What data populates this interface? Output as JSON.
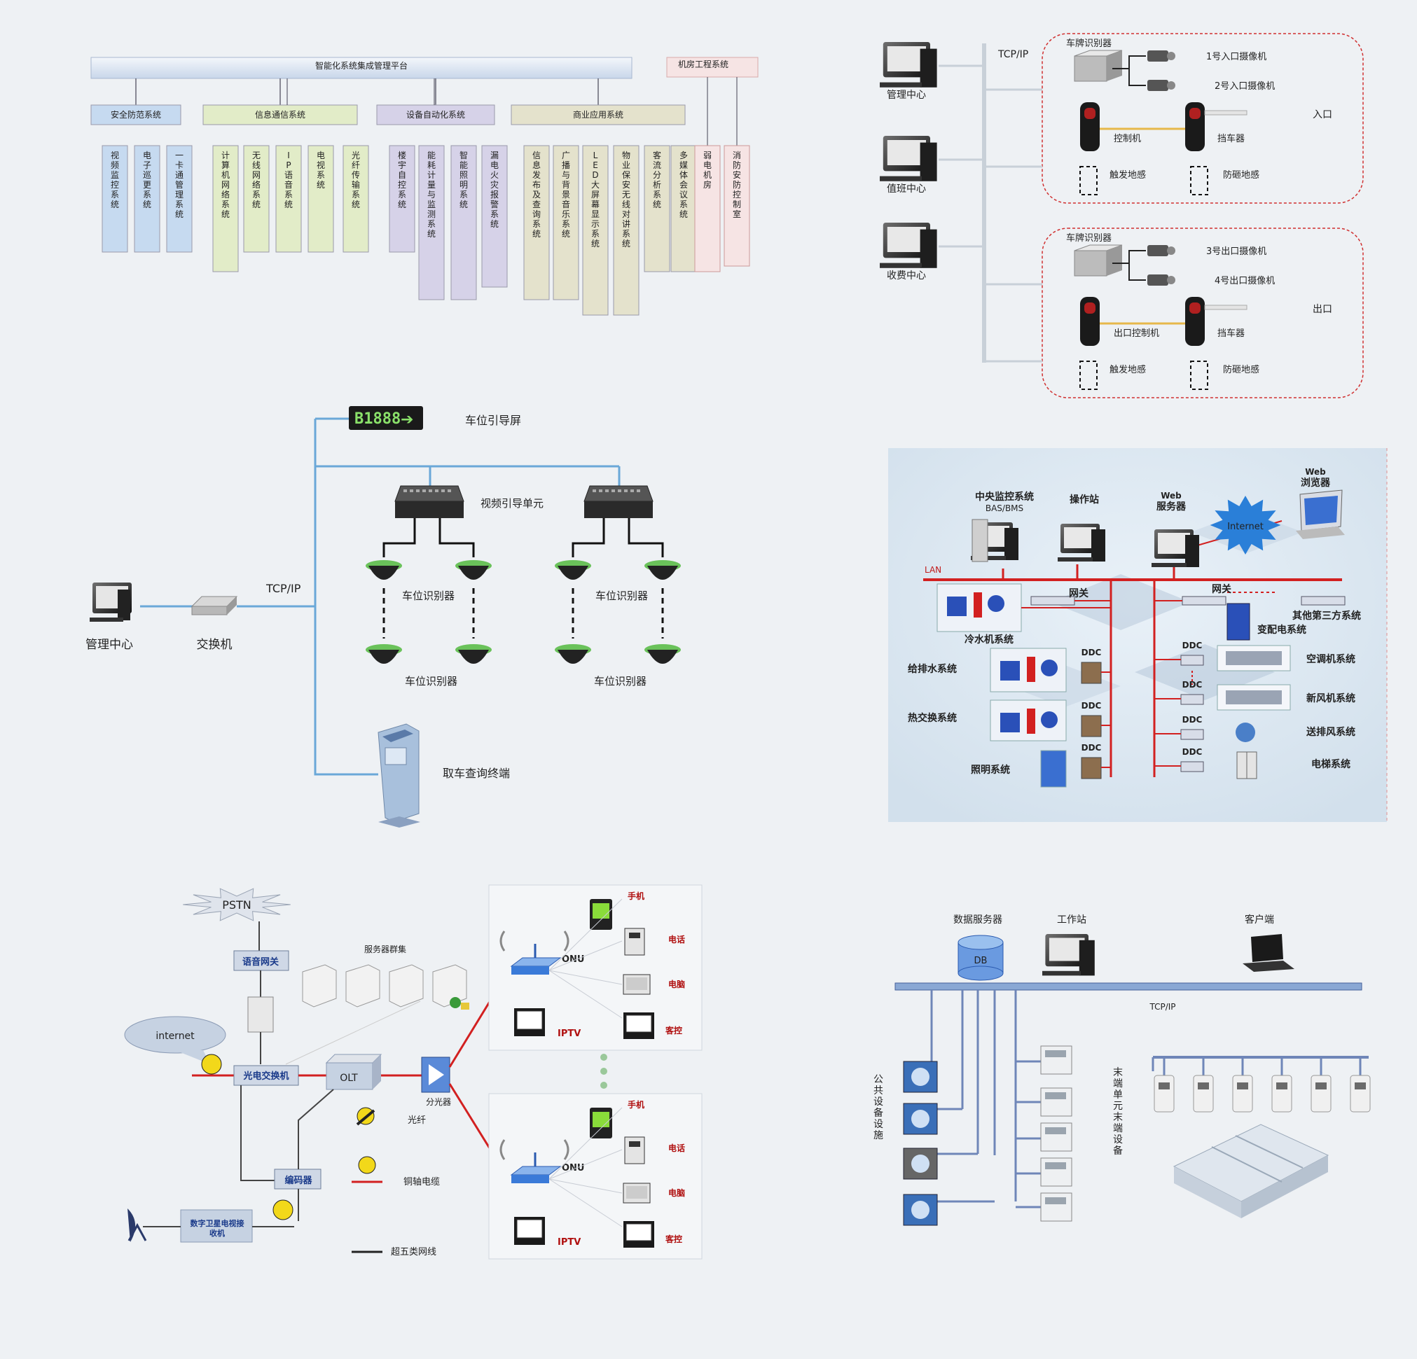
{
  "colors": {
    "bg": "#eef1f4",
    "blue_line": "#6aa8d8",
    "red_line": "#d22020",
    "bus": "#7d9cc8",
    "dash_red": "#d03030"
  },
  "p1": {
    "platform": "智能化系统集成管理平台",
    "machine_room": "机房工程系统",
    "groups": [
      {
        "title": "安全防范系统",
        "color": "#c6daf0",
        "items": [
          "视频监控系统",
          "电子巡更系统",
          "一卡通管理系统"
        ]
      },
      {
        "title": "信息通信系统",
        "color": "#e2ecc8",
        "items": [
          "计算机网络系统",
          "无线网络系统",
          "IP语音系统",
          "电视系统",
          "光纤传输系统"
        ]
      },
      {
        "title": "设备自动化系统",
        "color": "#d6d2e8",
        "items": [
          "楼宇自控系统",
          "能耗计量与监测系统",
          "智能照明系统",
          "漏电火灾报警系统"
        ]
      },
      {
        "title": "商业应用系统",
        "color": "#e4e2cc",
        "items": [
          "信息发布及查询系统",
          "广播与背景音乐系统",
          "LED大屏幕显示系统",
          "物业保安无线对讲系统",
          "客流分析系统",
          "多媒体会议系统"
        ]
      }
    ],
    "room_items": [
      "弱电机房",
      "消防安防控制室"
    ]
  },
  "p2": {
    "centers": [
      "管理中心",
      "值班中心",
      "收费中心"
    ],
    "tcpip": "TCP/IP",
    "entry": {
      "lpr": "车牌识别器",
      "cam1": "1号入口摄像机",
      "cam2": "2号入口摄像机",
      "controller": "控制机",
      "barrier": "挡车器",
      "trigger": "触发地感",
      "anti": "防砸地感",
      "label": "入口"
    },
    "exit": {
      "lpr": "车牌识别器",
      "cam1": "3号出口摄像机",
      "cam2": "4号出口摄像机",
      "controller": "出口控制机",
      "barrier": "挡车器",
      "trigger": "触发地感",
      "anti": "防砸地感",
      "label": "出口"
    }
  },
  "p3": {
    "screen_text": "B1888",
    "screen_label": "车位引导屏",
    "unit_label": "视频引导单元",
    "detector": "车位识别器",
    "mgmt": "管理中心",
    "switch": "交换机",
    "tcpip": "TCP/IP",
    "kiosk": "取车查询终端"
  },
  "p4": {
    "bas1": "中央监控系统",
    "bas2": "BAS/BMS",
    "op": "操作站",
    "web1": "Web",
    "web2": "服务器",
    "br1": "Web",
    "br2": "浏览器",
    "internet": "Internet",
    "lan": "LAN",
    "gateway": "网关",
    "ddc": "DDC",
    "third": "其他第三方系统",
    "left_systems": [
      "冷水机系统",
      "给排水系统",
      "热交换系统",
      "照明系统"
    ],
    "right_systems": [
      "变配电系统",
      "空调机系统",
      "新风机系统",
      "送排风系统",
      "电梯系统"
    ]
  },
  "p5": {
    "pstn": "PSTN",
    "voice_gw": "语音网关",
    "servers": "服务器群集",
    "internet": "internet",
    "opt_switch": "光电交换机",
    "olt": "OLT",
    "splitter": "分光器",
    "fiber": "光纤",
    "encoder": "编码器",
    "sat": "数字卫星电视接收机",
    "coax": "铜轴电缆",
    "cat5": "超五类网线",
    "onu": "ONU",
    "iptv": "IPTV",
    "devices": [
      "手机",
      "电话",
      "电脑",
      "客控"
    ]
  },
  "p6": {
    "db_server": "数据服务器",
    "db": "DB",
    "workstation": "工作站",
    "client": "客户端",
    "tcpip": "TCP/IP",
    "public": "公共设备设施",
    "terminal": "末端单元末端设备"
  }
}
